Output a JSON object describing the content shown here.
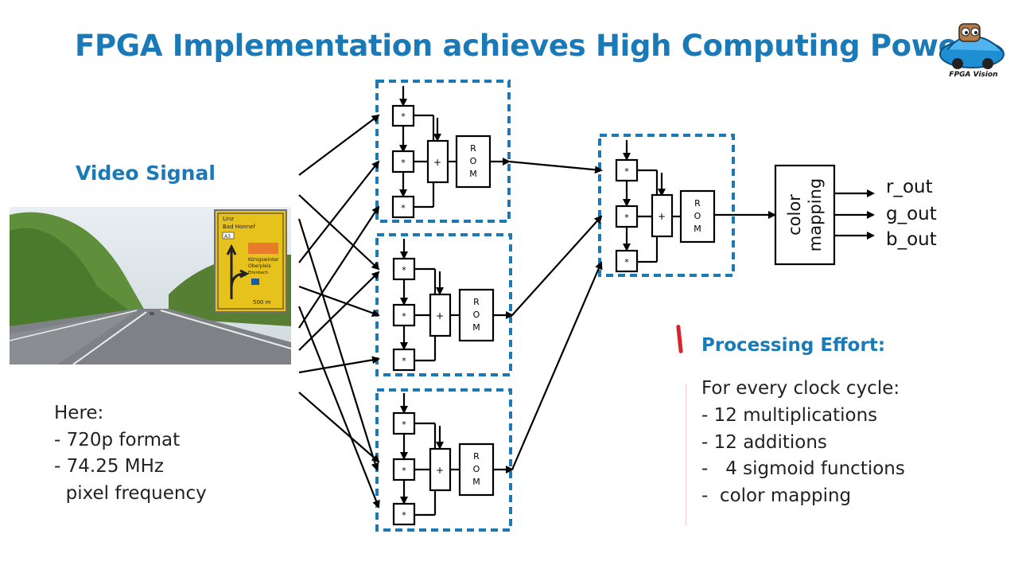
{
  "title": "FPGA Implementation achieves High Computing Power",
  "logo": {
    "text": "FPGA Vision"
  },
  "video": {
    "heading": "Video Signal"
  },
  "road_sign": {
    "lines": [
      "Linz",
      "Bad Honnef",
      "Königswinter",
      "Oberpleis",
      "Eitenbach"
    ],
    "badge": "A3",
    "distance": "500 m"
  },
  "here_notes": [
    "Here:",
    "- 720p format",
    "- 74.25 MHz",
    "  pixel frequency"
  ],
  "diagram": {
    "multiplier_symbol": "*",
    "adder_symbol": "+",
    "rom_label": [
      "R",
      "O",
      "M"
    ],
    "color_mapping_label": [
      "color",
      "mapping"
    ],
    "outputs": [
      "r_out",
      "g_out",
      "b_out"
    ]
  },
  "effort": {
    "title": "Processing Effort:",
    "lines": [
      "For every clock cycle:",
      "- 12 multiplications",
      "- 12 additions",
      "-   4 sigmoid functions",
      "-  color mapping"
    ]
  },
  "colors": {
    "accent": "#1a7ab8",
    "dashed_box": "#1e78b4",
    "red_mark": "#d9232e"
  }
}
